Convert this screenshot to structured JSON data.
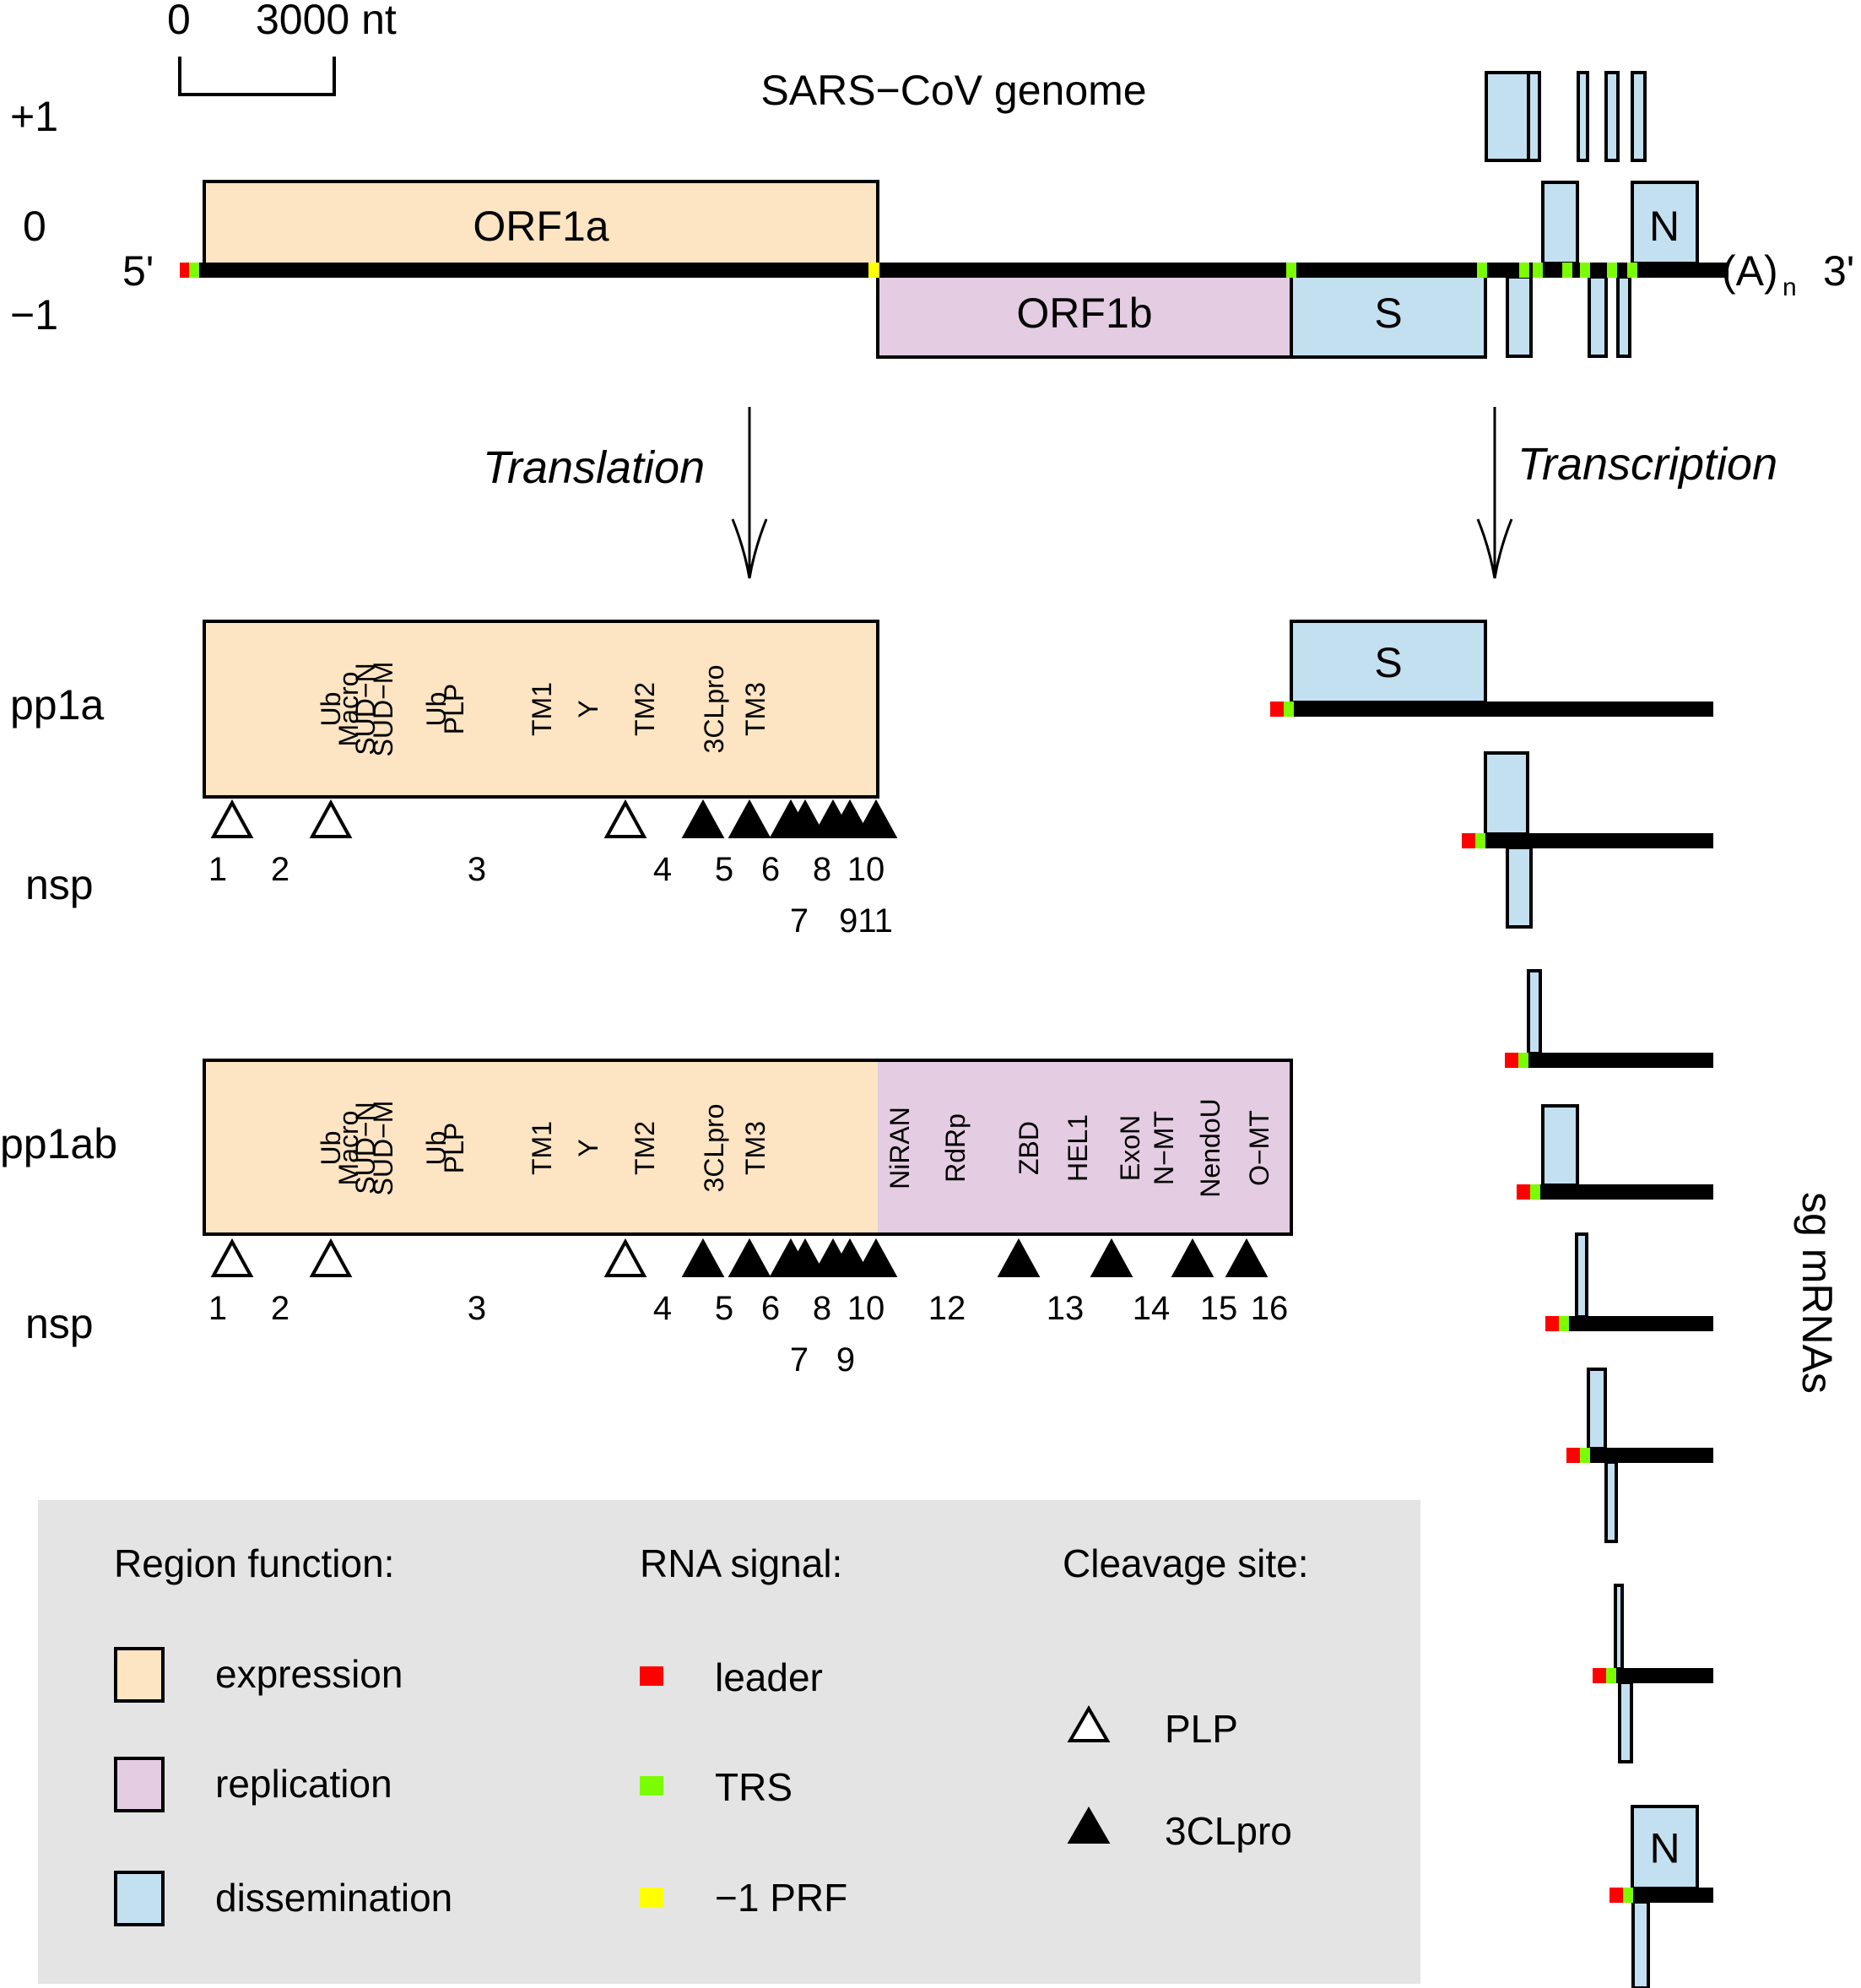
{
  "colors": {
    "expression": "#fde4c2",
    "replication": "#e4cce3",
    "dissemination": "#c3e0f0",
    "leader": "#ff0000",
    "trs": "#7cfc00",
    "prf": "#ffff00",
    "legend_bg": "#e4e4e4",
    "rna": "#000000"
  },
  "scale_bar": {
    "start_label": "0",
    "end_label": "3000 nt"
  },
  "genome": {
    "title": "SARS−CoV genome",
    "frames": [
      "+1",
      "0",
      "−1"
    ],
    "five_prime": "5'",
    "three_prime_a": "(A)",
    "three_prime_n": "n",
    "three_prime_end": "3'",
    "orfs": [
      {
        "name": "ORF1a",
        "frame": "0",
        "function": "expression"
      },
      {
        "name": "ORF1b",
        "frame": "-1",
        "function": "replication"
      },
      {
        "name": "S",
        "frame": "-1",
        "function": "dissemination"
      },
      {
        "name": "N",
        "frame": "0",
        "function": "dissemination"
      }
    ]
  },
  "arrows": {
    "left": "Translation",
    "right": "Transcription"
  },
  "pp1a": {
    "label": "pp1a",
    "nsp_label": "nsp",
    "domains": [
      "Ub",
      "Macro",
      "SUD−N",
      "SUD−M",
      "Ub",
      "PLP",
      "TM1",
      "Y",
      "TM2",
      "3CLpro",
      "TM3"
    ],
    "nsp_row1": [
      "1",
      "2",
      "3",
      "4",
      "5",
      "6",
      "8",
      "10"
    ],
    "nsp_row2": [
      "7",
      "911"
    ],
    "plp_sites": 3,
    "clpro_sites": 7
  },
  "pp1ab": {
    "label": "pp1ab",
    "nsp_label": "nsp",
    "domains_1a": [
      "Ub",
      "Macro",
      "SUD−N",
      "SUD−M",
      "Ub",
      "PLP",
      "TM1",
      "Y",
      "TM2",
      "3CLpro",
      "TM3"
    ],
    "domains_1b": [
      "NiRAN",
      "RdRp",
      "ZBD",
      "HEL1",
      "ExoN",
      "N−MT",
      "NendoU",
      "O−MT"
    ],
    "nsp_row1": [
      "1",
      "2",
      "3",
      "4",
      "5",
      "6",
      "8",
      "10",
      "12",
      "13",
      "14",
      "15",
      "16"
    ],
    "nsp_row2": [
      "7",
      "9"
    ],
    "plp_sites": 3,
    "clpro_sites": 11
  },
  "sg_mrnas": {
    "label": "sg mRNAs",
    "count": 8,
    "box_labels": [
      "S",
      "N"
    ]
  },
  "legend": {
    "region_title": "Region function:",
    "regions": [
      "expression",
      "replication",
      "dissemination"
    ],
    "rna_title": "RNA signal:",
    "signals": [
      "leader",
      "TRS",
      "−1 PRF"
    ],
    "cleavage_title": "Cleavage site:",
    "cleavages": [
      "PLP",
      "3CLpro"
    ]
  }
}
